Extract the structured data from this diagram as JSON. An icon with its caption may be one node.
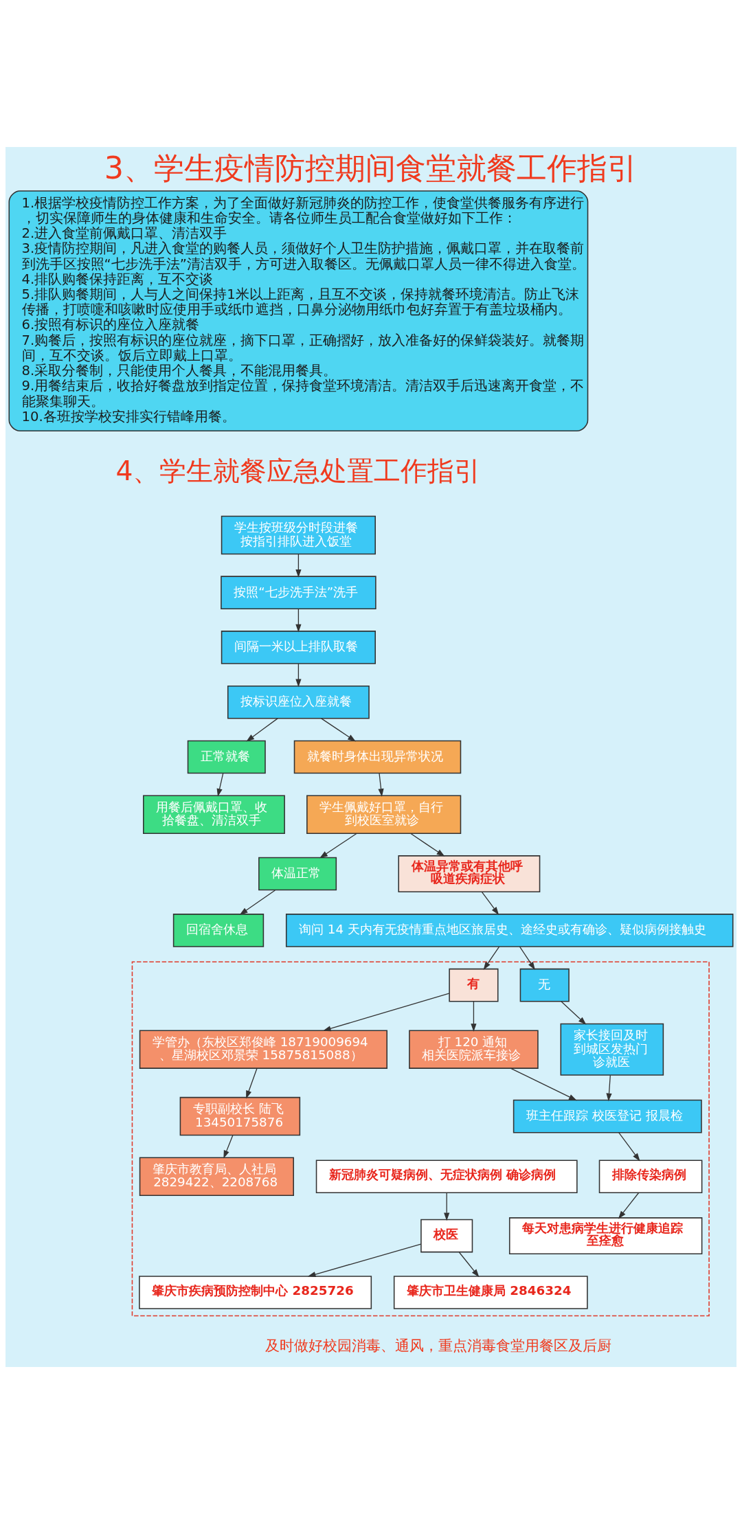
{
  "diagram": {
    "title": "3、学生疫情防控期间食堂就餐工作指引",
    "nodes": [
      {
        "text": [
          "1.根据学校疫情防控工作方案，为了全面做好新冠肺炎的防控工作，使食堂供餐服务有序进行，切实保障师生的身体健康和生命安全。请各位师生员工配合食堂做好如下工作：",
          "2.进入食堂前佩戴口罩、清洁双手",
          "3.疫情防控期间，凡进入食堂的购餐人员，须做好个人卫生防护措施，佩戴口罩，并在取餐前到洗手区按照“七步洗手法”清洁双手，方可进入取餐区。无佩戴口罩人员一律不得进入食堂。",
          "4.排队购餐保持距离，互不交谈",
          "5.排队购餐期间，人与人之间保持1米以上距离，且互不交谈，保持就餐环境清洁。防止飞沫传播，打喷嚏和咳嗽时应使用手或纸巾遮挡，口鼻分泌物用纸巾包好弃置于有盖垃圾桶内。",
          "6.按照有标识的座位入座就餐",
          "7.购餐后，按照有标识的座位就座，摘下口罩，正确摺好，放入准备好的保鲜袋装好。就餐期间，互不交谈。饭后立即戴上口罩。",
          "8.采取分餐制，只能使用个人餐具，不能混用餐具。",
          "9.用餐结束后，收拾好餐盘放到指定位置，保持食堂环境清洁。清洁双手后迅速离开食堂，不能聚集聊天。",
          "10.各班按学校安排实行错峰用餐。"
        ]
      },
      {
        "text": [
          "学生按班级分时段进餐",
          "按指引排队进入饭堂"
        ]
      },
      {
        "text": [
          "按照“七步洗手法”洗手"
        ]
      },
      {
        "text": [
          "间隔一米以上排队取餐"
        ]
      },
      {
        "text": [
          "按标识座位入座就餐"
        ]
      },
      {
        "text": [
          "正常就餐"
        ]
      },
      {
        "text": [
          "就餐时身体出现异常状况"
        ]
      },
      {
        "text": [
          "用餐后佩戴口罩、收拾餐盘、清洁双手"
        ]
      },
      {
        "text": [
          "学生佩戴好口罩，自行到校医室就诊"
        ]
      },
      {
        "text": [
          "体温正常"
        ]
      },
      {
        "text": [
          "体温异常或有其他呼吸道疾病症状"
        ]
      },
      {
        "text": [
          "回宿舍休息"
        ]
      },
      {
        "text": [
          "询问 14 天内有无疫情重点地区旅居史、途经史或有确诊、疑似病例接触史"
        ]
      },
      {
        "text": [],
        "shape": "box"
      },
      {
        "text": [
          "无"
        ],
        "in": 13
      },
      {
        "text": [
          "有"
        ],
        "in": 13
      },
      {
        "text": [
          "家长接回及时到城区发热门诊就医"
        ],
        "in": 13
      },
      {
        "text": [
          "打 120 通知相关医院派车接诊"
        ],
        "in": 13
      },
      {
        "text": [
          "学管办（东校区郑俊峰 18719009694、星湖校区邓景荣 15875815088）"
        ],
        "in": 13
      },
      {
        "text": [
          "班主任跟踪 校医登记 报晨检"
        ],
        "in": 13
      },
      {
        "text": [
          "专职副校长 陆飞",
          "13450175876"
        ],
        "in": 13
      },
      {
        "text": [
          "排除传染病例"
        ],
        "in": 13
      },
      {
        "text": [
          "新冠肺炎可疑病例、无症状病例 确诊病例"
        ],
        "in": 13
      },
      {
        "text": [
          "肇庆市教育局、人社局",
          "2829422、2208768"
        ],
        "in": 13
      },
      {
        "text": [
          "每天对患病学生进行健康追踪至痊愈"
        ],
        "in": 13
      },
      {
        "text": [
          "校医"
        ],
        "in": 13
      },
      {
        "text": [
          "肇庆市疾病预防控制中心 2825726"
        ],
        "in": 13
      },
      {
        "text": [
          "肇庆市卫生健康局 2846324"
        ],
        "in": 13
      }
    ],
    "edges": [
      {
        "from": 1,
        "to": 2,
        "arrow": "to"
      },
      {
        "from": 2,
        "to": 3,
        "arrow": "to"
      },
      {
        "from": 3,
        "to": 4,
        "arrow": "to"
      },
      {
        "from": 4,
        "to": 5,
        "arrow": "to"
      },
      {
        "from": 4,
        "to": 6,
        "arrow": "to"
      },
      {
        "from": 5,
        "to": 7,
        "arrow": "to"
      },
      {
        "from": 6,
        "to": 8,
        "arrow": "to"
      },
      {
        "from": 8,
        "to": 9,
        "arrow": "to"
      },
      {
        "from": 8,
        "to": 10,
        "arrow": "to"
      },
      {
        "from": 9,
        "to": 11,
        "arrow": "to"
      },
      {
        "from": 10,
        "to": 12,
        "arrow": "to"
      },
      {
        "from": 12,
        "to": 14,
        "arrow": "to"
      },
      {
        "from": 12,
        "to": 15,
        "arrow": "to"
      },
      {
        "from": 14,
        "to": 16,
        "arrow": "to"
      },
      {
        "from": 15,
        "to": 17,
        "arrow": "to"
      },
      {
        "from": 15,
        "to": 18,
        "arrow": "to"
      },
      {
        "from": 16,
        "to": 19,
        "arrow": "to"
      },
      {
        "from": 17,
        "to": 19,
        "arrow": "to"
      },
      {
        "from": 18,
        "to": 20,
        "arrow": "to"
      },
      {
        "from": 19,
        "to": 21,
        "arrow": "to"
      },
      {
        "from": 20,
        "to": 23,
        "arrow": "to"
      },
      {
        "from": 21,
        "to": 24,
        "arrow": "to"
      },
      {
        "from": 22,
        "to": 25,
        "arrow": "to"
      },
      {
        "from": 25,
        "to": 26,
        "arrow": "to"
      },
      {
        "from": 25,
        "to": 27,
        "arrow": "to"
      }
    ],
    "labels": [
      "4、学生就餐应急处置工作指引",
      "及时做好校园消毒、通风，重点消毒食堂用餐区及后厨"
    ]
  }
}
